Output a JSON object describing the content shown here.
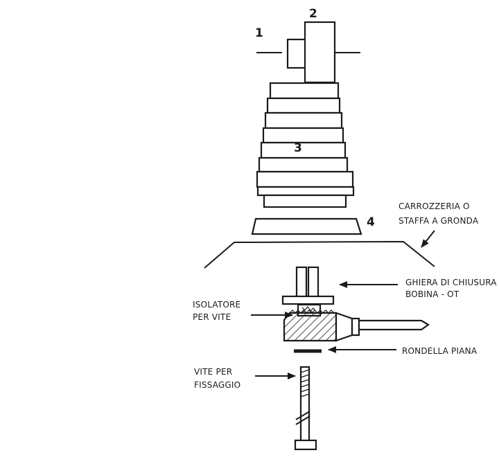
{
  "part_numbers": {
    "n1": "1",
    "n2": "2",
    "n3": "3",
    "n4": "4"
  },
  "labels": {
    "carrozzeria_line1": "CARROZZERIA O",
    "carrozzeria_line2": "STAFFA A GRONDA",
    "ghiera_line1": "GHIERA DI CHIUSURA",
    "ghiera_line2": "BOBINA - OT",
    "isolatore_line1": "ISOLATORE",
    "isolatore_line2": "PER VITE",
    "rondella": "RONDELLA PIANA",
    "vite_line1": "VITE PER",
    "vite_line2": "FISSAGGIO"
  },
  "colors": {
    "ink": "#1a1a1a",
    "paper": "#ffffff"
  }
}
